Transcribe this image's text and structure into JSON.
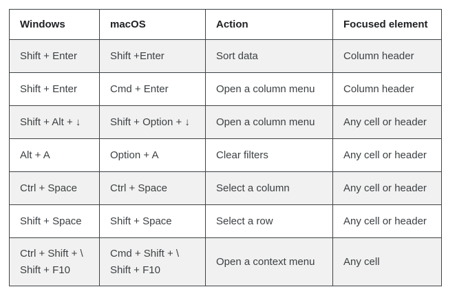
{
  "table": {
    "columns": [
      {
        "label": "Windows"
      },
      {
        "label": "macOS"
      },
      {
        "label": "Action"
      },
      {
        "label": "Focused element"
      }
    ],
    "rows": [
      {
        "windows": "Shift + Enter",
        "macos": "Shift +Enter",
        "action": "Sort data",
        "focused": "Column header"
      },
      {
        "windows": "Shift + Enter",
        "macos": "Cmd + Enter",
        "action": "Open a column menu",
        "focused": "Column header"
      },
      {
        "windows": "Shift + Alt + ↓",
        "macos": "Shift + Option + ↓",
        "action": "Open a column menu",
        "focused": "Any cell or header"
      },
      {
        "windows": "Alt + A",
        "macos": "Option + A",
        "action": "Clear filters",
        "focused": "Any cell or header"
      },
      {
        "windows": "Ctrl + Space",
        "macos": "Ctrl + Space",
        "action": "Select a column",
        "focused": "Any cell or header"
      },
      {
        "windows": "Shift + Space",
        "macos": "Shift + Space",
        "action": "Select a row",
        "focused": "Any cell or header"
      },
      {
        "windows": [
          "Ctrl + Shift + \\",
          "Shift + F10"
        ],
        "macos": [
          "Cmd + Shift + \\",
          "Shift + F10"
        ],
        "action": "Open a context menu",
        "focused": "Any cell"
      }
    ],
    "colors": {
      "border": "#3c4043",
      "alt_row_bg": "#f1f1f1",
      "row_bg": "#ffffff",
      "header_text": "#202124",
      "cell_text": "#3c4043"
    }
  }
}
